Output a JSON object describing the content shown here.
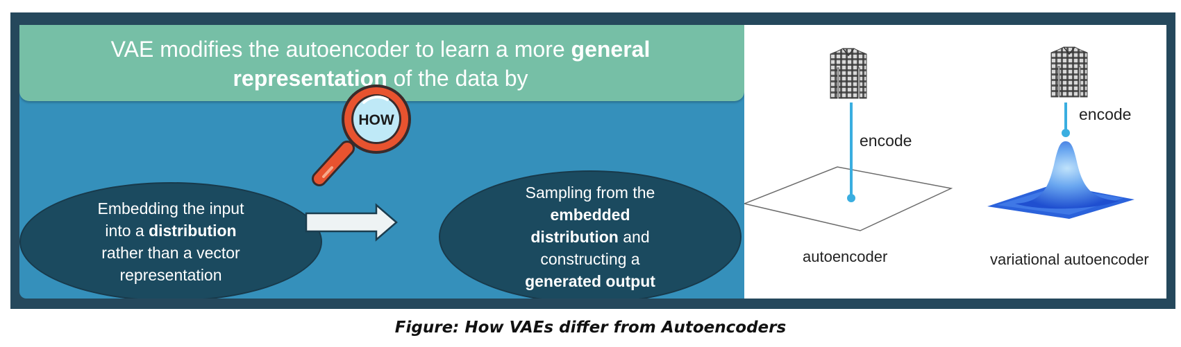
{
  "header": {
    "part1": "VAE modifies the autoencoder to learn a more ",
    "bold1": "general",
    "bold2": "representation",
    "part2": " of the data by"
  },
  "how_badge": "HOW",
  "step1": {
    "l1": "Embedding the input",
    "l2a": "into a ",
    "l2b": "distribution",
    "l3": "rather than a vector",
    "l4": "representation"
  },
  "step2": {
    "l1": "Sampling from the",
    "l2": "embedded",
    "l3a": "distribution",
    "l3b": " and",
    "l4": "constructing a",
    "l5": "generated output"
  },
  "autoencoder": {
    "encode_label": "encode",
    "caption": "autoencoder"
  },
  "vae": {
    "encode_label": "encode",
    "caption": "variational autoencoder"
  },
  "figure_caption": "Figure:  How VAEs differ from Autoencoders",
  "colors": {
    "frame": "#25485c",
    "panel": "#3590bb",
    "header": "#76bfa6",
    "ellipse": "#1b4a5f",
    "connector": "#3aaee0",
    "magnifier": "#e8532f"
  }
}
